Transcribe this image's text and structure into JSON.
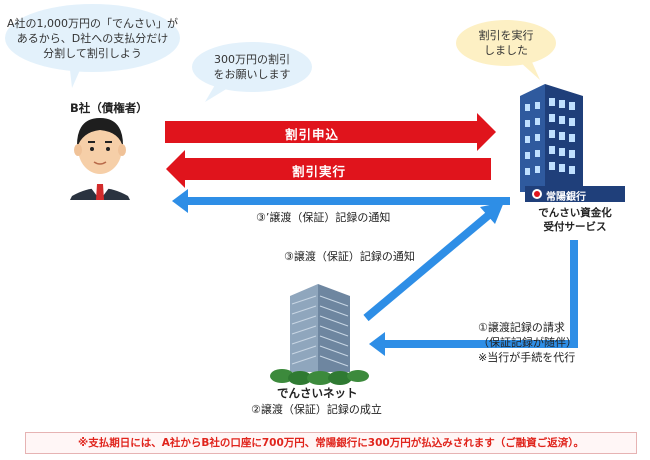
{
  "bubbles": {
    "b_company_thought": "A社の1,000万円の「でんさい」が\nあるから、D社への支払分だけ\n分割して割引しよう",
    "request_300": "300万円の割引\nをお願いします",
    "bank_done": "割引を実行\nしました"
  },
  "actors": {
    "b_company": "B社（債権者）",
    "bank_brand": "常陽銀行",
    "bank_service": "でんさい資金化\n受付サービス",
    "densai_net": "でんさいネット"
  },
  "arrows": {
    "discount_request": "割引申込",
    "discount_execution": "割引実行",
    "notice_to_b": "③’譲渡（保証）記録の通知",
    "notice_to_bank": "③譲渡（保証）記録の通知",
    "record_request": "①譲渡記録の請求\n（保証記録が随伴）\n※当行が手続を代行",
    "record_established": "②譲渡（保証）記録の成立"
  },
  "note": "※支払期日には、A社からB社の口座に700万円、常陽銀行に300万円が払込みされます（ご融資ご返済）。",
  "colors": {
    "red_arrow": "#e0141c",
    "blue_arrow": "#2e8ee6",
    "bubble_blue": "#e3f1fb",
    "bubble_yellow": "#fdf0c4"
  }
}
